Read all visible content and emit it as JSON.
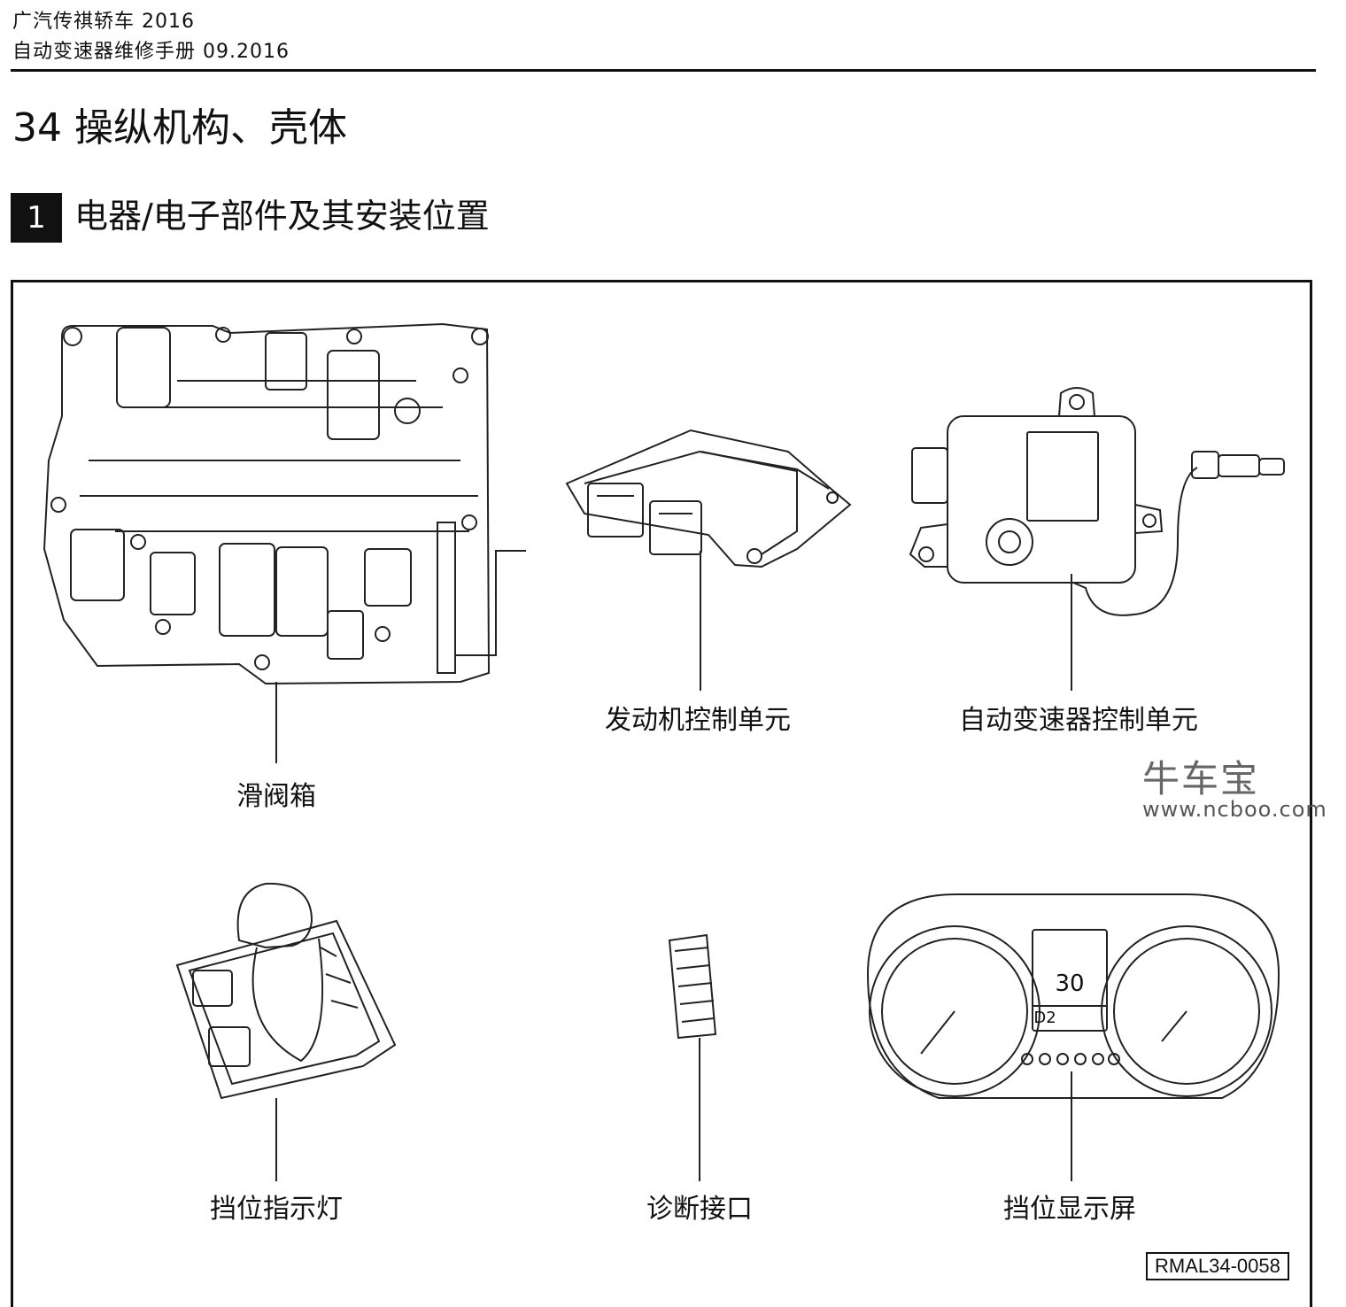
{
  "header": {
    "line1": "广汽传祺轿车 2016",
    "line2": "自动变速器维修手册 09.2016"
  },
  "chapter_title": "34 操纵机构、壳体",
  "section": {
    "number": "1",
    "title": "电器/电子部件及其安装位置"
  },
  "components": [
    {
      "label": "滑阀箱"
    },
    {
      "label": "发动机控制单元"
    },
    {
      "label": "自动变速器控制单元"
    },
    {
      "label": "挡位指示灯"
    },
    {
      "label": "诊断接口"
    },
    {
      "label": "挡位显示屏"
    }
  ],
  "cluster_display": {
    "speed": "30",
    "gear": "D2"
  },
  "watermark": {
    "name": "牛车宝",
    "url": "www.ncboo.com"
  },
  "figure_ref": "RMAL34-0058",
  "colors": {
    "ink": "#111111",
    "watermark": "#666666"
  }
}
